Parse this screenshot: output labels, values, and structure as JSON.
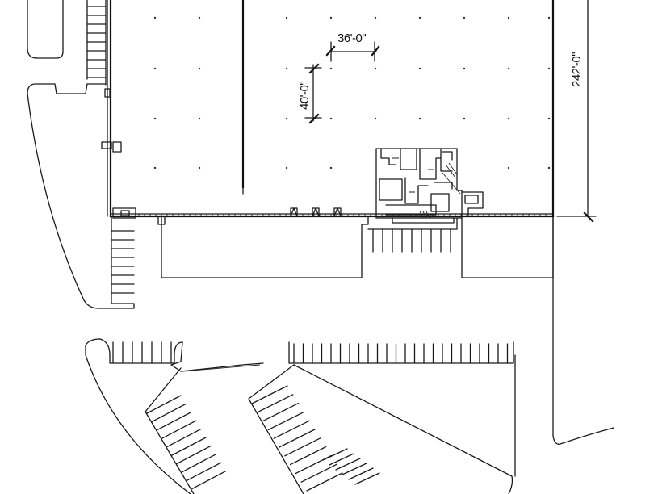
{
  "dimensions": {
    "bay_width": "36'-0\"",
    "bay_depth": "40'-0\"",
    "building_depth": "242'-0\""
  }
}
